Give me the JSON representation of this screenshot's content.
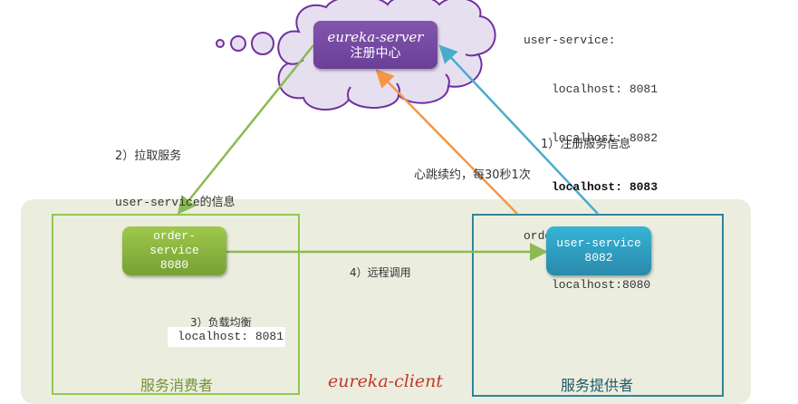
{
  "eureka_server": {
    "title": "eureka-server",
    "subtitle": "注册中心"
  },
  "registry_list": {
    "lines": [
      {
        "text": "user-service:",
        "indent": 0,
        "bold": false
      },
      {
        "text": "localhost: 8081",
        "indent": 1,
        "bold": false
      },
      {
        "text": "localhost: 8082",
        "indent": 1,
        "bold": false
      },
      {
        "text": "localhost: 8083",
        "indent": 1,
        "bold": true
      },
      {
        "text": "order-service:",
        "indent": 0,
        "bold": false
      },
      {
        "text": "localhost:8080",
        "indent": 1,
        "bold": false
      }
    ]
  },
  "edges": {
    "fetch_label_line1": "2）拉取服务",
    "fetch_label_line2": "user-service的信息",
    "register_label": "1）注册服务信息",
    "heartbeat_label": "心跳续约，每30秒1次",
    "remote_call_label": "4）远程调用",
    "load_balance_label": "3）负载均衡",
    "load_balance_value": "localhost: 8081"
  },
  "nodes": {
    "order_service": {
      "line1": "order-",
      "line2": "service",
      "line3": "8080"
    },
    "user_service": {
      "line1": "user-service",
      "line2": "8082"
    }
  },
  "groups": {
    "consumer_label": "服务消费者",
    "provider_label": "服务提供者",
    "client_label": "eureka-client"
  },
  "colors": {
    "server": "#7a4ca6",
    "cloud_fill": "#e6dff0",
    "cloud_stroke": "#7030a0",
    "consumer": "#92c84e",
    "provider": "#31849b",
    "fetch_arrow": "#8cba52",
    "register_arrow": "#4aaccc",
    "heartbeat_arrow": "#f79646",
    "client_label": "#c0392b"
  }
}
